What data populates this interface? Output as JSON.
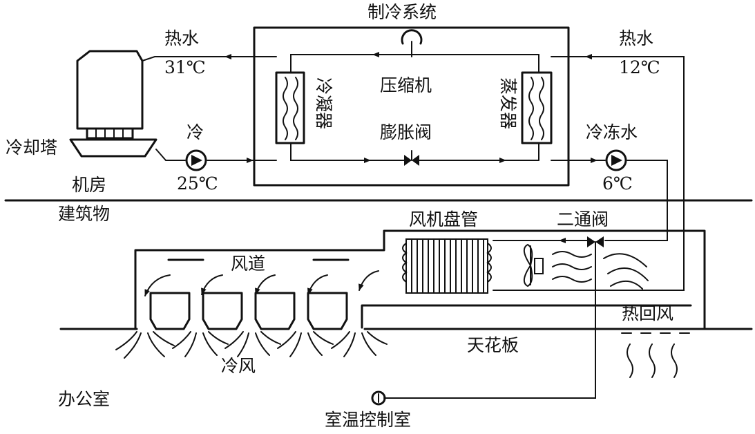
{
  "labels": {
    "refrigeration_system": "制冷系统",
    "hot_water_left": "热水",
    "hot_water_left_temp": "31℃",
    "hot_water_right": "热水",
    "hot_water_right_temp": "12℃",
    "compressor": "压缩机",
    "condenser": "冷凝器",
    "evaporator": "蒸发器",
    "expansion_valve": "膨胀阀",
    "cooling_tower": "冷却塔",
    "cold_water": "冷",
    "cold_water_temp": "25℃",
    "chilled_water": "冷冻水",
    "chilled_water_temp": "6℃",
    "machine_room": "机房",
    "building": "建筑物",
    "fan_coil": "风机盘管",
    "two_way_valve": "二通阀",
    "air_duct": "风道",
    "hot_return_air": "热回风",
    "ceiling": "天花板",
    "cold_air": "冷风",
    "office": "办公室",
    "room_temp_control": "室温控制室"
  }
}
